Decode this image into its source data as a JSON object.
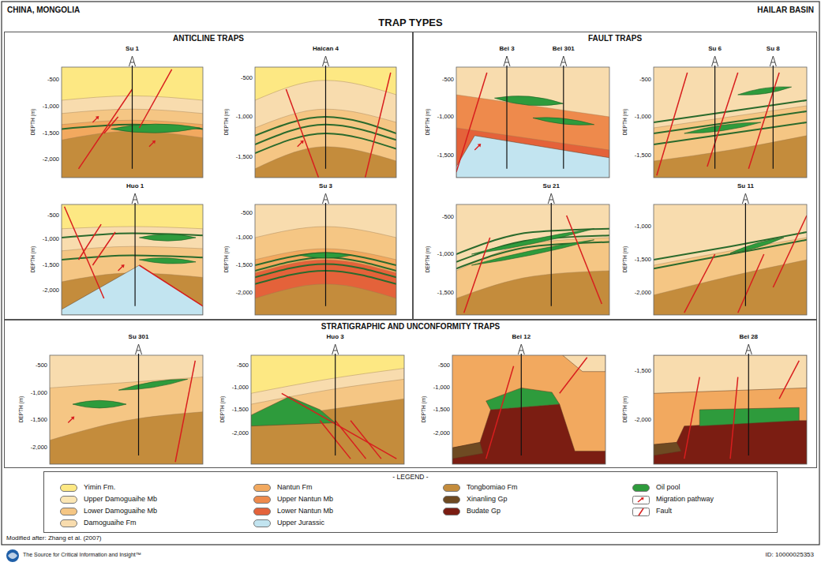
{
  "diagram": {
    "title": "TRAP TYPES",
    "nodes": [
      {
        "text": [
          "ANTICLINE TRAPS"
        ]
      },
      {
        "text": [
          "Su 1"
        ],
        "in": 0
      },
      {
        "text": [
          "Haican 4"
        ],
        "in": 0
      },
      {
        "text": [
          "Huo 1"
        ],
        "in": 0
      },
      {
        "text": [
          "Su 3"
        ],
        "in": 0
      },
      {
        "text": [
          "FAULT TRAPS"
        ]
      },
      {
        "text": [
          "Bei 3",
          "Bei 301"
        ],
        "in": 5
      },
      {
        "text": [
          "Su 6",
          "Su 8"
        ],
        "in": 5
      },
      {
        "text": [
          "Su 21"
        ],
        "in": 5
      },
      {
        "text": [
          "Su 11"
        ],
        "in": 5
      },
      {
        "text": [
          "STRATIGRAPHIC AND UNCONFORMITY TRAPS"
        ]
      },
      {
        "text": [
          "Su 301"
        ],
        "in": 10
      },
      {
        "text": [
          "Huo 3"
        ],
        "in": 10
      },
      {
        "text": [
          "Bei 12"
        ],
        "in": 10
      },
      {
        "text": [
          "Bei 28"
        ],
        "in": 10
      },
      {
        "text": [
          "- LEGEND -"
        ]
      }
    ],
    "labels": [
      "CHINA, MONGOLIA",
      "HAILAR BASIN",
      "DEPTH (m)",
      "-500",
      "-1,000",
      "-1,500",
      "-2,000",
      "DEPTH (m)",
      "-500",
      "-1,000",
      "-1,500",
      "DEPTH (m)",
      "-500",
      "-1,000",
      "-1,500",
      "-2,000",
      "DEPTH (m)",
      "-500",
      "-1,000",
      "-1,500",
      "-2,000",
      "DEPTH (m)",
      "-500",
      "-1,000",
      "-1,500",
      "DEPTH (m)",
      "-500",
      "-1,000",
      "-1,500",
      "DEPTH (m)",
      "-500",
      "-1,000",
      "-1,500",
      "DEPTH (m)",
      "-1,000",
      "-1,500",
      "-2,000",
      "DEPTH (m)",
      "-500",
      "-1,000",
      "-1,500",
      "-2,000",
      "DEPTH (m)",
      "-500",
      "-1,000",
      "-1,500",
      "-2,000",
      "DEPTH (m)",
      "-500",
      "-1,000",
      "-1,500",
      "-2,000",
      "DEPTH (m)",
      "-1,500",
      "-2,000",
      "Modified after: Zhang et al. (2007)",
      "The Source for Critical Information and Insight™",
      "ID: 10000025353"
    ],
    "legend": [
      {
        "text": "Yimin Fm.",
        "color": "#fde883"
      },
      {
        "text": "Upper Damoguaihe Mb",
        "color": "#fbe6b4"
      },
      {
        "text": "Lower Damoguaihe Mb",
        "color": "#f5c684"
      },
      {
        "text": "Damoguaihe Fm",
        "color": "#f8dcae"
      },
      {
        "text": "Nantun Fm",
        "color": "#f2a95f"
      },
      {
        "text": "Upper Nantun Mb",
        "color": "#ee8a4c"
      },
      {
        "text": "Lower Nantun Mb",
        "color": "#e4623a"
      },
      {
        "text": "Upper Jurassic",
        "color": "#c2e4f0"
      },
      {
        "text": "Tongbomiao Fm",
        "color": "#c48c3c"
      },
      {
        "text": "Xinanling Gp",
        "color": "#6e4a22"
      },
      {
        "text": "Budate Gp",
        "color": "#7b1d12"
      },
      {
        "text": "Oil pool",
        "color": "#2e9b3c"
      },
      {
        "text": "Migration pathway"
      },
      {
        "text": "Fault"
      }
    ]
  }
}
